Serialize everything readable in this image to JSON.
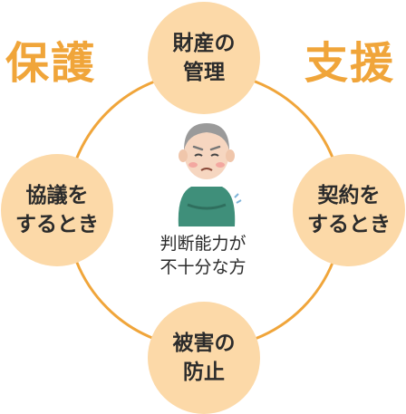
{
  "side_words": {
    "left": "保護",
    "right": "支援"
  },
  "nodes": {
    "top": "財産の\n管理",
    "left": "協議を\nするとき",
    "right": "契約を\nするとき",
    "bottom": "被害の\n防止"
  },
  "center_label": "判断能力が\n不十分な方",
  "colors": {
    "accent": "#f0a53a",
    "node_fill": "#fcd9a8",
    "text": "#2b2b2b"
  },
  "illustration": "elderly-person-icon"
}
